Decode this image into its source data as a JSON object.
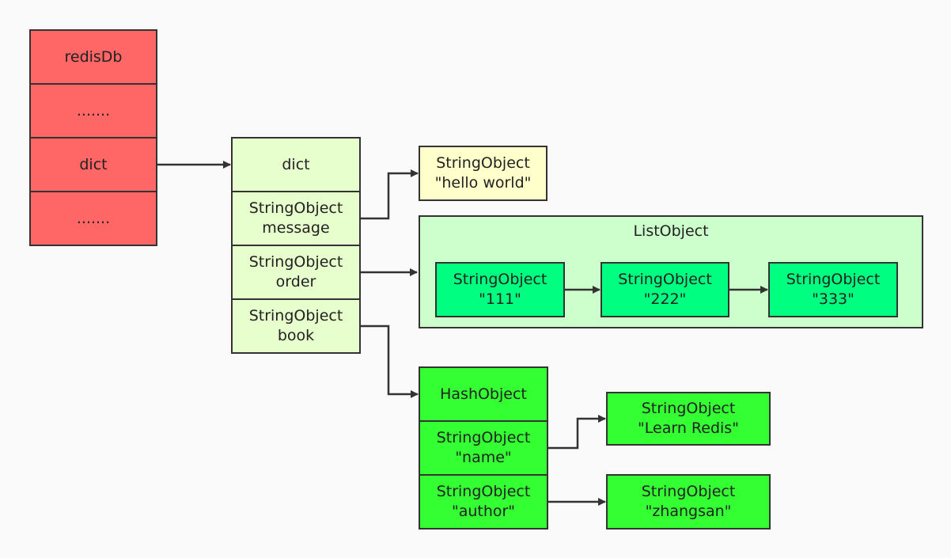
{
  "redisdb": {
    "title": "redisDb",
    "ellipsis1": ".......",
    "dict": "dict",
    "ellipsis2": "......."
  },
  "dict": {
    "title": "dict",
    "message": "StringObject\nmessage",
    "order": "StringObject\norder",
    "book": "StringObject\nbook"
  },
  "hello": "StringObject\n\"hello world\"",
  "list": {
    "title": "ListObject",
    "items": [
      "StringObject\n\"111\"",
      "StringObject\n\"222\"",
      "StringObject\n\"333\""
    ]
  },
  "hash": {
    "title": "HashObject",
    "name": "StringObject\n\"name\"",
    "author": "StringObject\n\"author\""
  },
  "learn": "StringObject\n\"Learn Redis\"",
  "zhangsan": "StringObject\n\"zhangsan\"",
  "colors": {
    "redisdb": "#ff6666",
    "dict": "#e6ffcc",
    "hello_world": "#ffffcc",
    "list_container": "#ccffcc",
    "list_items": "#00ff80",
    "hash": "#33ff33",
    "stroke": "#333333"
  }
}
